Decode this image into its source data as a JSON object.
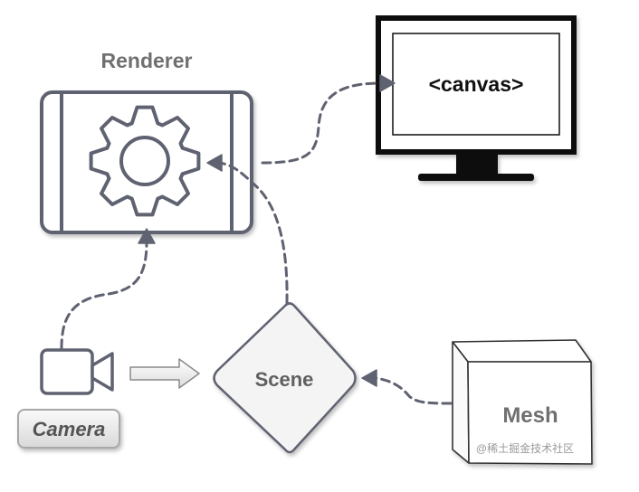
{
  "diagram": {
    "renderer": {
      "label": "Renderer",
      "icon": "gear-icon"
    },
    "canvas": {
      "label": "<canvas>",
      "icon": "monitor-icon"
    },
    "scene": {
      "label": "Scene"
    },
    "camera": {
      "label": "Camera",
      "icon": "video-camera-icon"
    },
    "mesh": {
      "label": "Mesh",
      "icon": "cube-icon"
    },
    "watermark": "@稀土掘金技术社区"
  },
  "colors": {
    "stroke": "#5f6270",
    "label": "#6b6b6b",
    "dark": "#111111",
    "fill_light": "#f2f2f2"
  }
}
